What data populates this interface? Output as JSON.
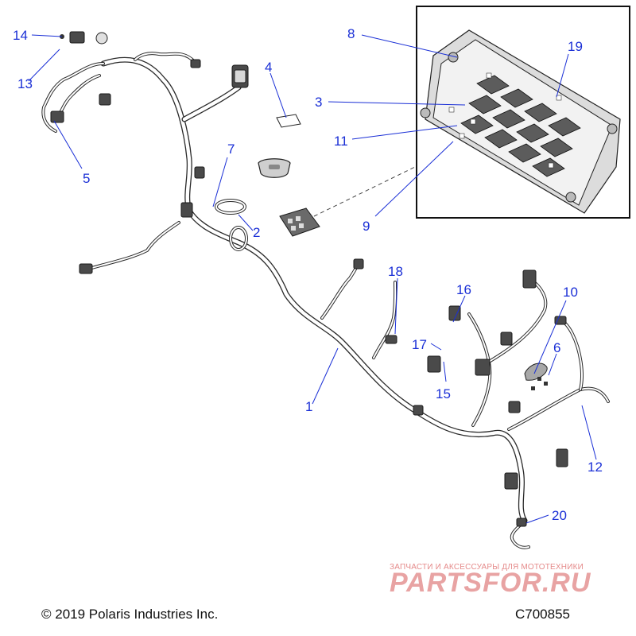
{
  "callouts": [
    "1",
    "2",
    "3",
    "4",
    "5",
    "6",
    "7",
    "8",
    "9",
    "10",
    "11",
    "12",
    "13",
    "14",
    "15",
    "16",
    "17",
    "18",
    "19",
    "20"
  ],
  "copyright": "© 2019 Polaris Industries Inc.",
  "figure_id": "C700855",
  "watermark": {
    "tagline": "ЗАПЧАСТИ И АКСЕССУАРЫ ДЛЯ МОТОТЕХНИКИ",
    "logo": "PARTSFOR.RU"
  },
  "colors": {
    "callout": "#1a2fd6",
    "watermark": "#e8a3a3",
    "line_art": "#2a2a2a"
  }
}
